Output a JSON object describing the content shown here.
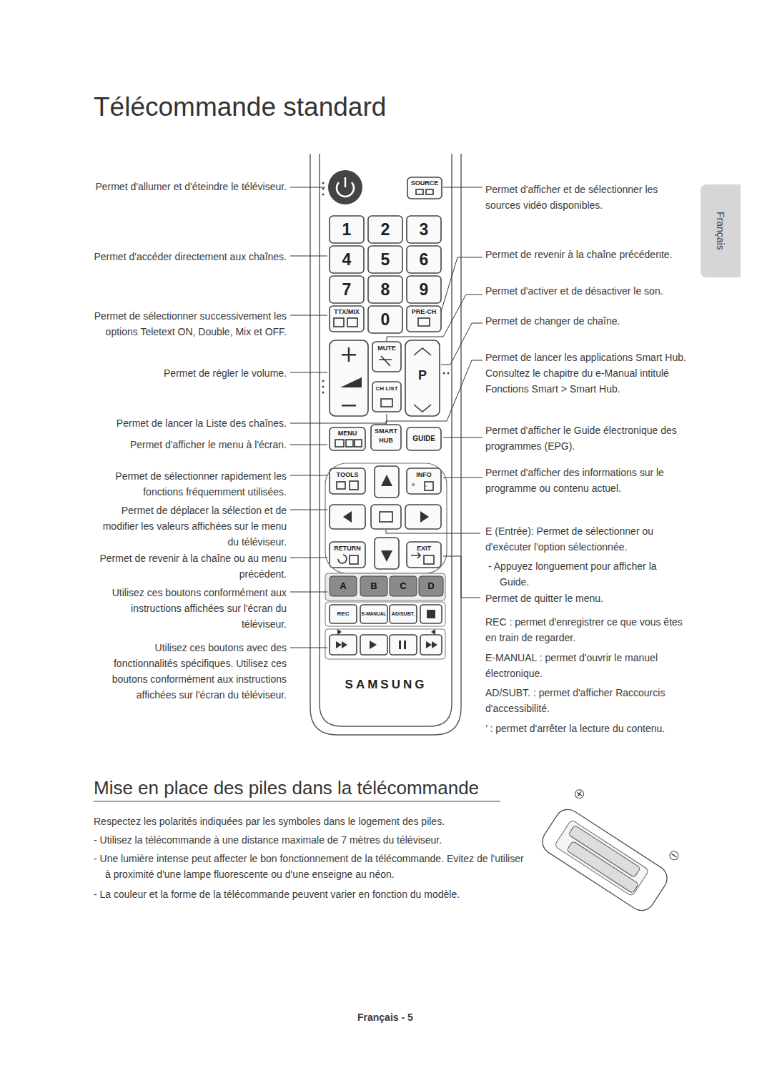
{
  "diagram": {
    "title": "Télécommande standard",
    "nodes": [
      {
        "text": [
          "Français"
        ]
      }
    ],
    "labels": [
      "Permet d'allumer et d'éteindre le téléviseur.",
      "Permet d'accéder directement aux chaînes.",
      "Permet de sélectionner successivement les options Teletext ON, Double, Mix et OFF.",
      "Permet de régler le volume.",
      "Permet de lancer la Liste des chaînes.",
      "Permet d'afficher le menu à l'écran.",
      "Permet de sélectionner rapidement les fonctions fréquemment utilisées.",
      "Permet de déplacer la sélection et de modifier les valeurs affichées sur le menu du téléviseur.",
      "Permet de revenir à la chaîne ou au menu précédent.",
      "Utilisez ces boutons conformément aux instructions affichées sur l'écran du téléviseur.",
      "Utilisez ces boutons avec des fonctionnalités spécifiques. Utilisez ces boutons conformément aux instructions affichées sur l'écran du téléviseur.",
      "Permet d'afficher et de sélectionner les sources vidéo disponibles.",
      "Permet de revenir à la chaîne précédente.",
      "Permet d'activer et de désactiver le son.",
      "Permet de changer de chaîne.",
      "Permet de lancer les applications Smart Hub. Consultez le chapitre du e-Manual intitulé Fonctions Smart > Smart Hub.",
      "Permet d'afficher le Guide électronique des programmes (EPG).",
      "Permet d'afficher des informations sur le programme ou contenu actuel.",
      "E (Entrée): Permet de sélectionner ou d'exécuter l'option sélectionnée.",
      "- Appuyez longuement pour afficher la Guide.",
      "Permet de quitter le menu.",
      "REC : permet d'enregistrer ce que vous êtes en train de regarder.",
      "E-MANUAL : permet d'ouvrir le manuel électronique.",
      "AD/SUBT. : permet d'afficher Raccourcis d'accessibilité.",
      "’ : permet d'arrêter la lecture du contenu.",
      "Mise en place des piles dans la télécommande",
      "Respectez les polarités indiquées par les symboles dans le logement des piles.",
      "- Utilisez la télécommande à une distance maximale de 7 mètres du téléviseur.",
      "- Une lumière intense peut affecter le bon fonctionnement de la télécommande. Evitez de l'utiliser à proximité d'une lampe fluorescente ou d'une enseigne au néon.",
      "- La couleur et la forme de la télécommande peuvent varier en fonction du modèle.",
      "Français - 5",
      "SOURCE",
      "1",
      "2",
      "3",
      "4",
      "5",
      "6",
      "7",
      "8",
      "9",
      "TTX/MIX",
      "0",
      "PRE-CH",
      "MUTE",
      "P",
      "CH LIST",
      "MENU",
      "SMART HUB",
      "GUIDE",
      "TOOLS",
      "INFO",
      "RETURN",
      "EXIT",
      "A",
      "B",
      "C",
      "D",
      "REC",
      "E-MANUAL",
      "AD/SUBT.",
      "SAMSUNG"
    ]
  }
}
